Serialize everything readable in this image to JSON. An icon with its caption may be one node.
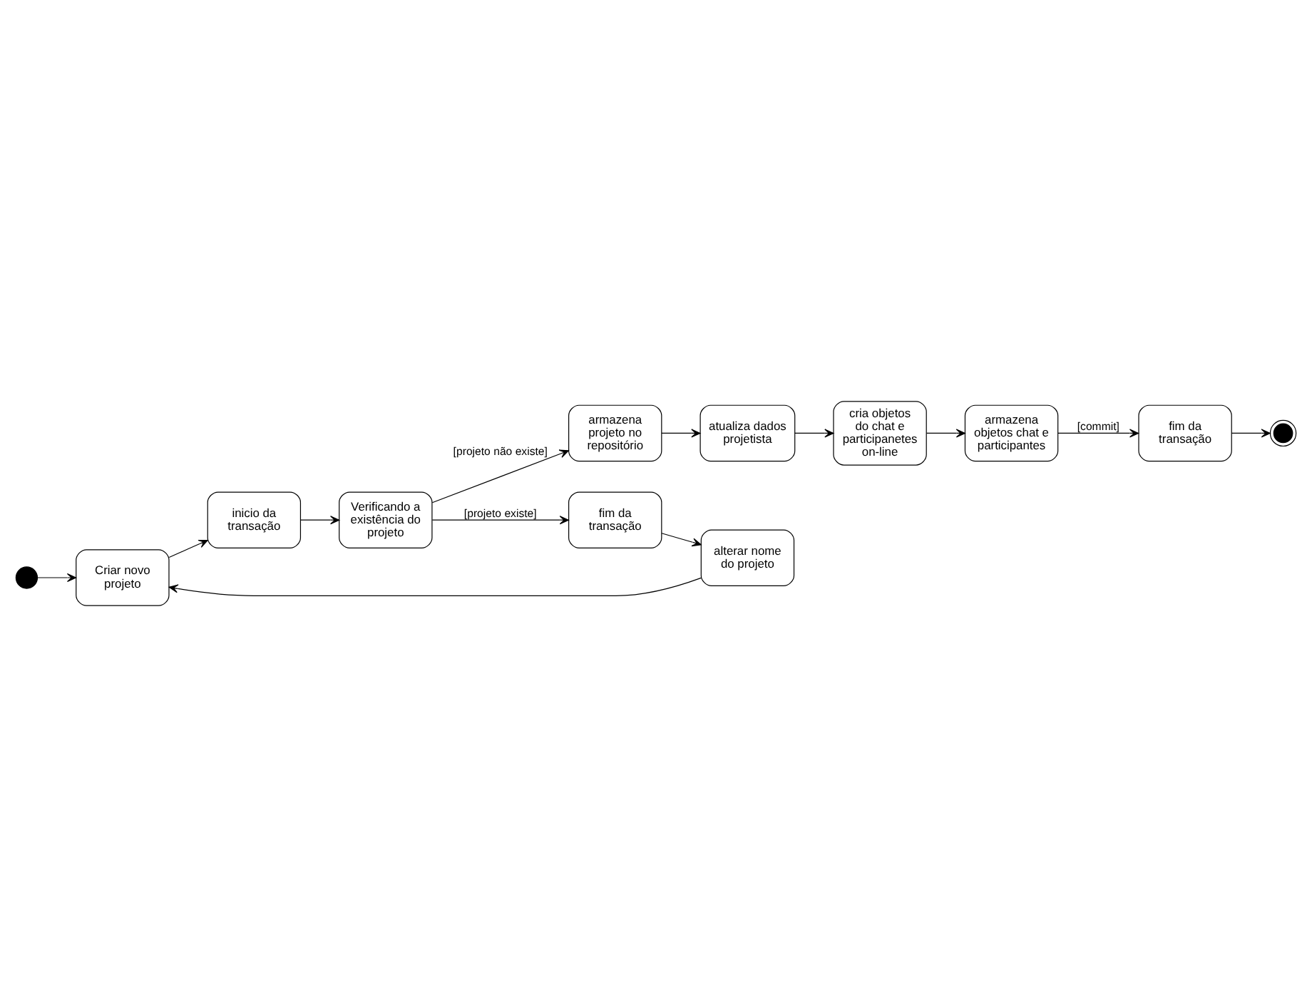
{
  "diagram": {
    "nodes": [
      {
        "text": [],
        "shape": "circle"
      },
      {
        "text": [
          "Criar novo projeto"
        ]
      },
      {
        "text": [
          "inicio da transação"
        ]
      },
      {
        "text": [
          "Verificando a existência do projeto"
        ]
      },
      {
        "text": [
          "fim da transação"
        ]
      },
      {
        "text": [
          "alterar nome do projeto"
        ]
      },
      {
        "text": [
          "armazena projeto no repositório"
        ]
      },
      {
        "text": [
          "atualiza dados projetista"
        ]
      },
      {
        "text": [
          "cria objetos do chat e participanetes on-line"
        ]
      },
      {
        "text": [
          "armazena objetos chat e participantes"
        ]
      },
      {
        "text": [
          "fim da transação"
        ]
      },
      {
        "text": [],
        "shape": "circle"
      }
    ],
    "edges": [
      {
        "from": 0,
        "to": 1,
        "arrow": "to"
      },
      {
        "from": 1,
        "to": 2,
        "arrow": "to"
      },
      {
        "from": 2,
        "to": 3,
        "arrow": "to"
      },
      {
        "from": 3,
        "to": 4,
        "arrow": "to",
        "label": "[projeto existe]"
      },
      {
        "from": 4,
        "to": 5,
        "arrow": "to"
      },
      {
        "from": 5,
        "to": 1,
        "arrow": "to"
      },
      {
        "from": 3,
        "to": 6,
        "arrow": "to",
        "label": "[projeto não existe]"
      },
      {
        "from": 6,
        "to": 7,
        "arrow": "to"
      },
      {
        "from": 7,
        "to": 8,
        "arrow": "to"
      },
      {
        "from": 8,
        "to": 9,
        "arrow": "to"
      },
      {
        "from": 9,
        "to": 10,
        "arrow": "to",
        "label": "[commit]"
      },
      {
        "from": 10,
        "to": 11,
        "arrow": "to"
      }
    ]
  }
}
